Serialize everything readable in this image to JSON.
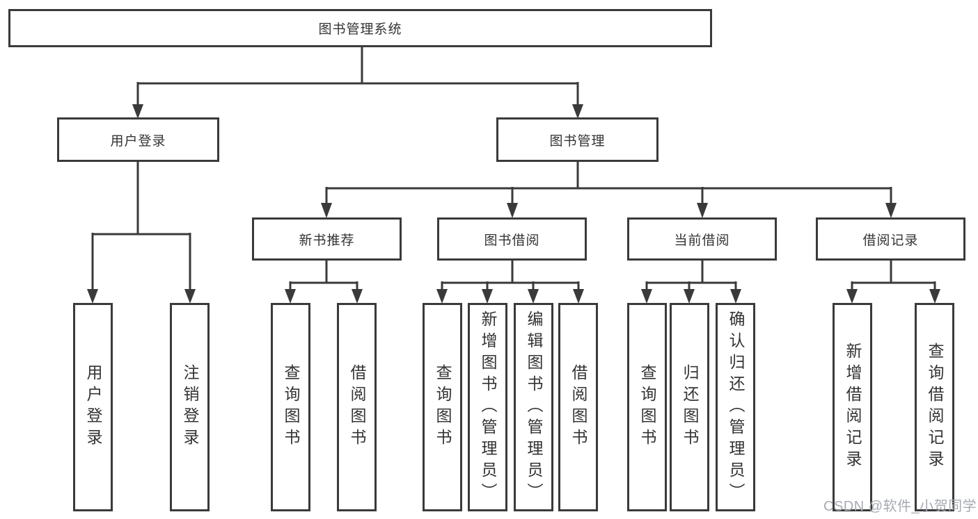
{
  "diagram": {
    "type": "tree",
    "root": {
      "label": "图书管理系统",
      "children": [
        {
          "label": "用户登录",
          "children": [
            {
              "label": "用户登录"
            },
            {
              "label": "注销登录"
            }
          ]
        },
        {
          "label": "图书管理",
          "children": [
            {
              "label": "新书推荐",
              "children": [
                {
                  "label": "查询图书"
                },
                {
                  "label": "借阅图书"
                }
              ]
            },
            {
              "label": "图书借阅",
              "children": [
                {
                  "label": "查询图书"
                },
                {
                  "label": "新增图书（管理员）"
                },
                {
                  "label": "编辑图书（管理员）"
                },
                {
                  "label": "借阅图书"
                }
              ]
            },
            {
              "label": "当前借阅",
              "children": [
                {
                  "label": "查询图书"
                },
                {
                  "label": "归还图书"
                },
                {
                  "label": "确认归还（管理员）"
                }
              ]
            },
            {
              "label": "借阅记录",
              "children": [
                {
                  "label": "新增借阅记录"
                },
                {
                  "label": "查询借阅记录"
                }
              ]
            }
          ]
        }
      ]
    }
  },
  "watermark": {
    "text": "CSDN @软件_小贺同学"
  },
  "colors": {
    "line": "#3a3a3a",
    "text": "#333333",
    "background": "#ffffff",
    "watermark": "#a6abb2"
  }
}
